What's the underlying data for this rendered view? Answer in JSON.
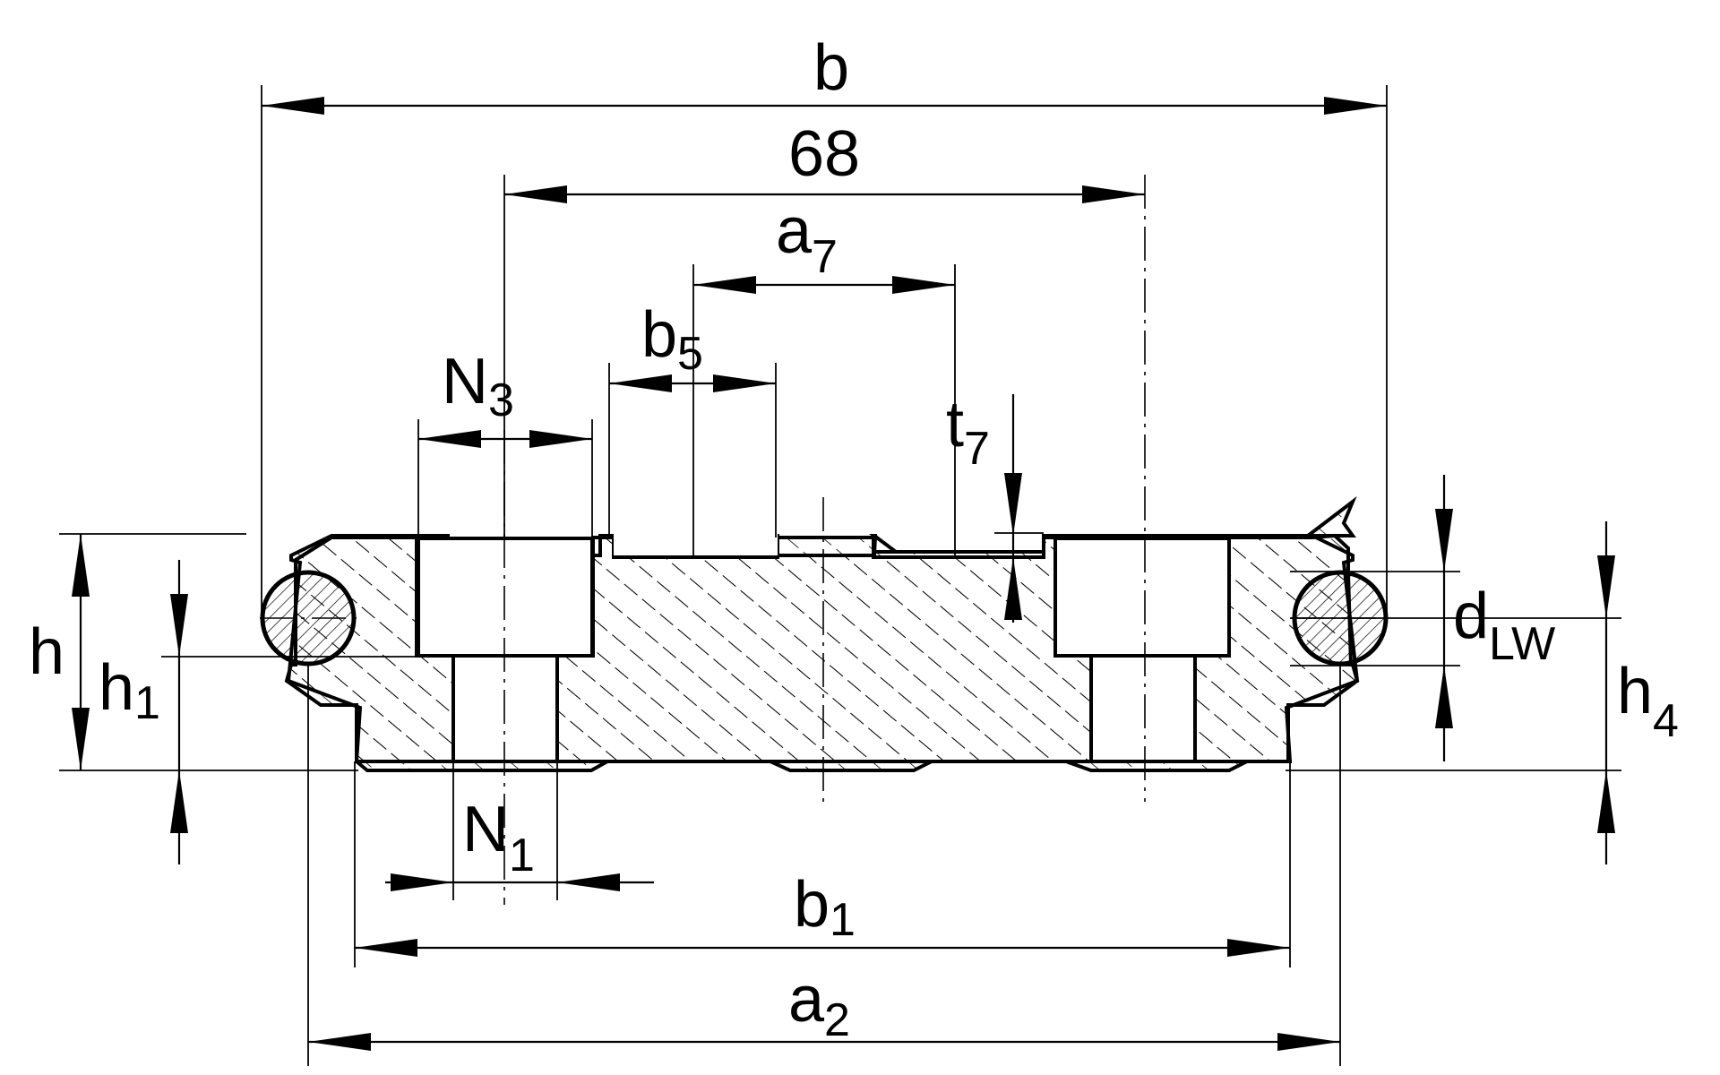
{
  "labels": {
    "b": "b",
    "dim_68": "68",
    "a7": {
      "base": "a",
      "sub": "7"
    },
    "b5": {
      "base": "b",
      "sub": "5"
    },
    "N3": {
      "base": "N",
      "sub": "3"
    },
    "t7": {
      "base": "t",
      "sub": "7"
    },
    "h": "h",
    "h1": {
      "base": "h",
      "sub": "1"
    },
    "dLW": {
      "base": "d",
      "sub": "LW"
    },
    "h4": {
      "base": "h",
      "sub": "4"
    },
    "N1": {
      "base": "N",
      "sub": "1"
    },
    "b1": {
      "base": "b",
      "sub": "1"
    },
    "a2": {
      "base": "a",
      "sub": "2"
    }
  }
}
